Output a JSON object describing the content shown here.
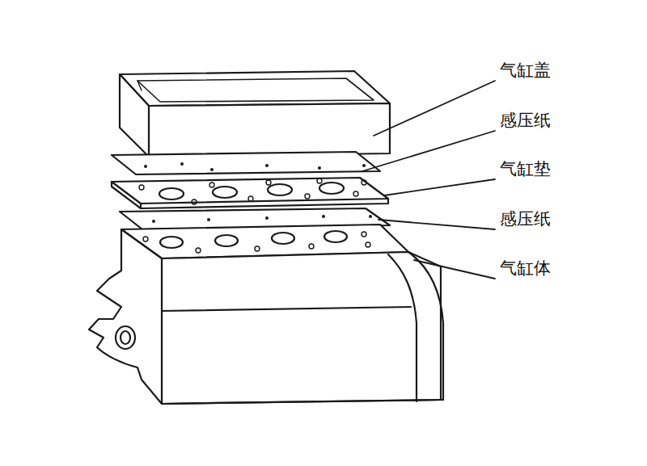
{
  "diagram": {
    "labels": [
      "气缸盖",
      "感压纸",
      "气缸垫",
      "感压纸",
      "气缸体"
    ]
  }
}
